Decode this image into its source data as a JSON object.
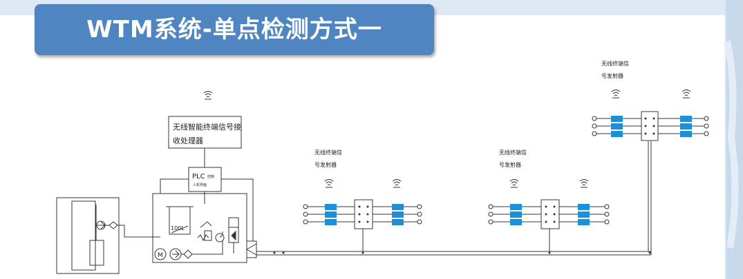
{
  "title": "WTM系统-单点检测方式一",
  "receiver_label_line1": "无线智能终端信号接",
  "receiver_label_line2": "收处理器",
  "plc": {
    "label": "PLC",
    "sub_line1": "控制",
    "sub_line2": "人机界面"
  },
  "tank_label": "100L",
  "motor_label": "M",
  "transmitter_label_line1": "无线终端信",
  "transmitter_label_line2": "号发射器",
  "colors": {
    "title_bg": "#4f86c1",
    "block_blue": "#1e90d8",
    "line": "#333333"
  },
  "icons": [
    "wifi-signal-icon"
  ]
}
